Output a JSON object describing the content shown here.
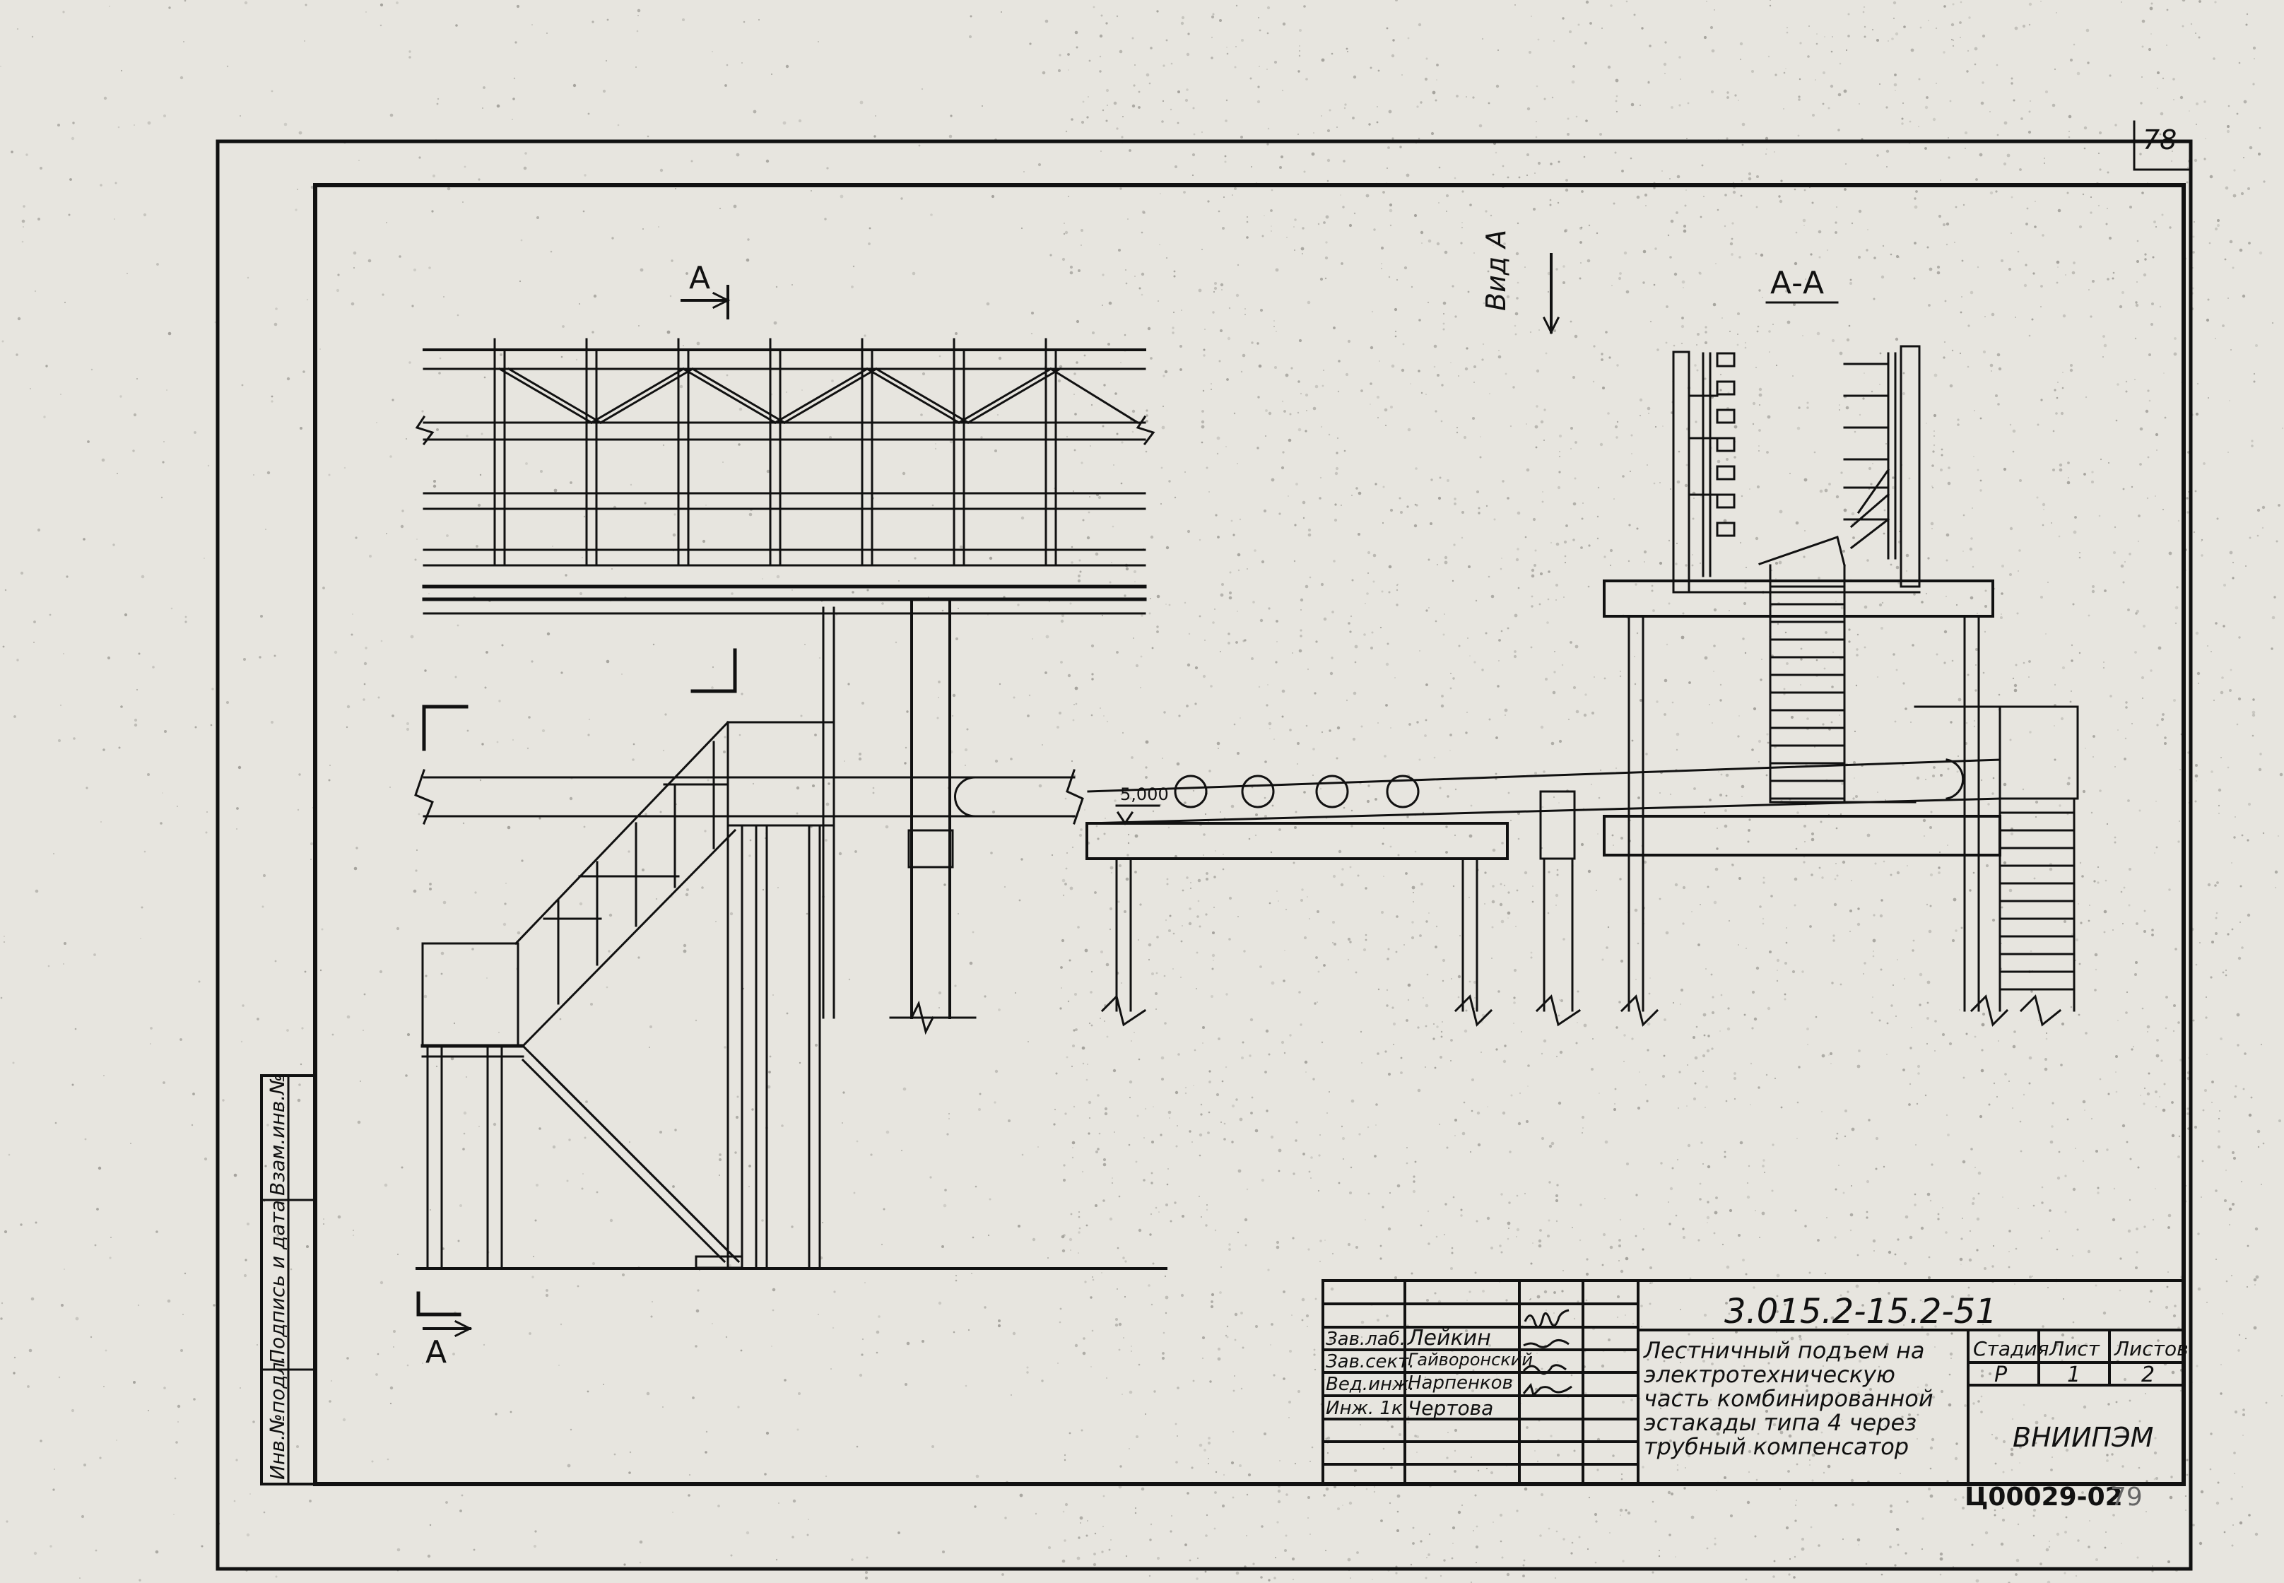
{
  "sheet_number": "78",
  "section_marks": {
    "a_top": "А",
    "a_bottom": "А",
    "view": "Вид А",
    "section_title": "А-А"
  },
  "elevation_label": "5,000",
  "side_stamp": [
    "Инв.№подл.",
    "Подпись и дата",
    "Взам.инв.№"
  ],
  "title_block": {
    "document_code": "3.015.2-15.2-51",
    "roles": [
      {
        "role": "Зав.лаб.",
        "name": "Лейкин"
      },
      {
        "role": "Зав.сект.",
        "name": "Гайворонский"
      },
      {
        "role": "Вед.инж.",
        "name": "Нарпенков"
      },
      {
        "role": "Инж. 1к",
        "name": "Чертова"
      }
    ],
    "description": [
      "Лестничный подъем на",
      "электротехническую",
      "часть комбинированной",
      "эстакады типа 4 через",
      "трубный компенсатор"
    ],
    "stage_label": "Стадия",
    "sheet_label": "Лист",
    "sheets_label": "Листов",
    "stage": "Р",
    "sheet": "1",
    "sheets": "2",
    "organization": "ВНИИПЭМ"
  },
  "archive_number": "Ц00029-02",
  "page_number": "79",
  "colors": {
    "paper": "#e7e5df",
    "ink": "#111111",
    "speckle": "#8d8b85"
  }
}
